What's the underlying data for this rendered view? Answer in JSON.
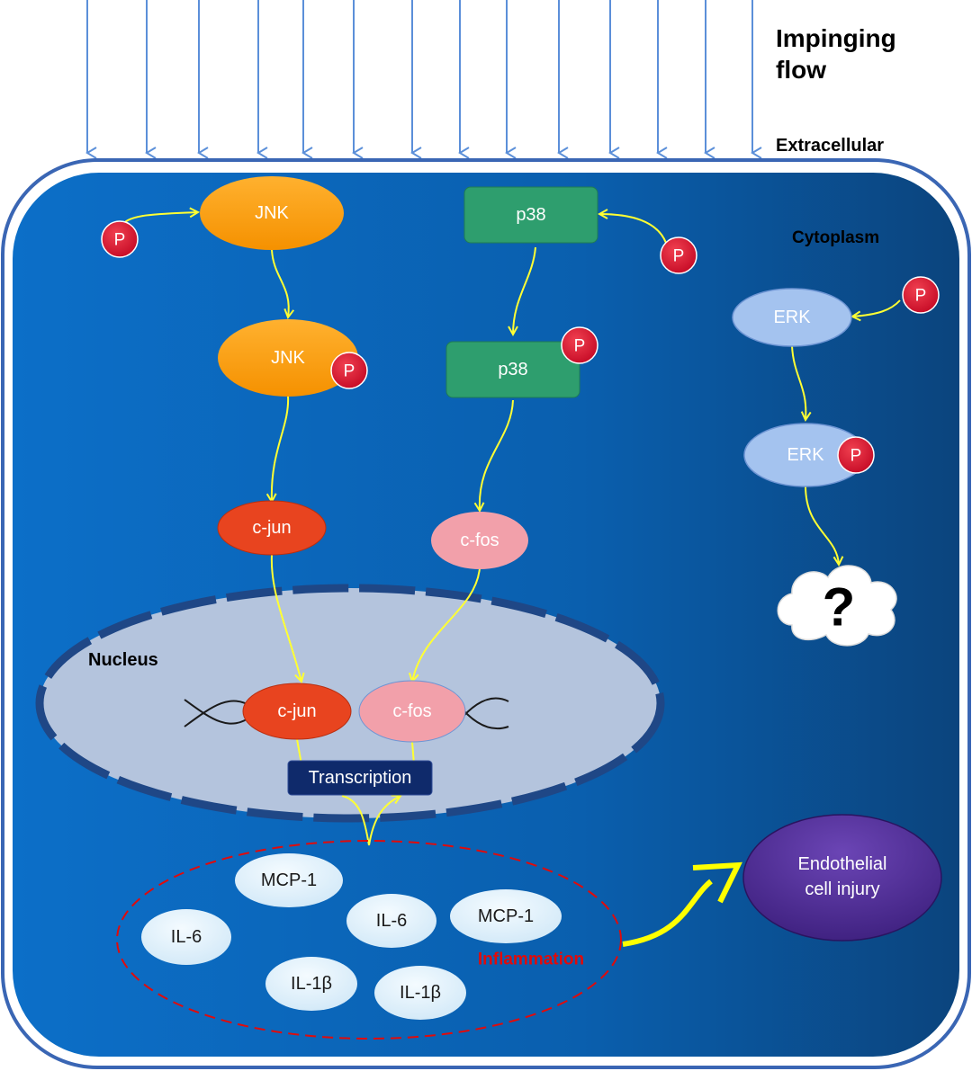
{
  "labels": {
    "impinging_flow_line1": "Impinging",
    "impinging_flow_line2": "flow",
    "extracellular": "Extracellular",
    "cytoplasm": "Cytoplasm",
    "nucleus": "Nucleus",
    "transcription": "Transcription",
    "inflammation": "Inflammation",
    "injury_line1": "Endothelial",
    "injury_line2": "cell injury",
    "question": "?"
  },
  "nodes": {
    "jnk": "JNK",
    "jnk_p": "JNK",
    "p38": "p38",
    "p38_p": "p38",
    "erk": "ERK",
    "erk_p": "ERK",
    "cjun": "c-jun",
    "cfos": "c-fos",
    "cjun_nuc": "c-jun",
    "cfos_nuc": "c-fos",
    "phospho": "P"
  },
  "cytokines": [
    "MCP-1",
    "IL-6",
    "IL-6",
    "MCP-1",
    "IL-1β",
    "IL-1β"
  ],
  "colors": {
    "cell_blue_light": "#0b6cc4",
    "cell_blue_dark": "#0a4a86",
    "membrane": "#3a66b4",
    "flow_arrow": "#5b8fd9",
    "jnk": "#ff9900",
    "p38": "#2e9e6e",
    "erk": "#a4c3ef",
    "cjun": "#e8441f",
    "cfos": "#f2a0aa",
    "phospho": "#d9102e",
    "nucleus": "#b4c4dd",
    "pathway_arrow": "#ffff33",
    "inflammation": "#e00b0b",
    "injury": "#4b2b8f"
  }
}
